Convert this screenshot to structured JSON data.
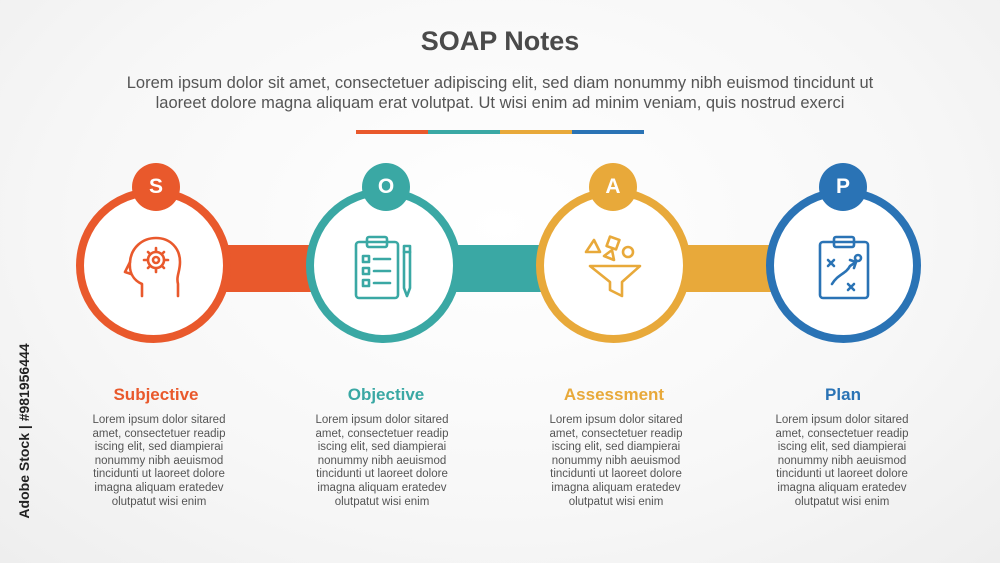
{
  "header": {
    "title": "SOAP Notes",
    "subtitle_line1": "Lorem ipsum dolor sit amet, consectetuer adipiscing elit, sed diam nonummy nibh euismod tincidunt ut",
    "subtitle_line2": "laoreet dolore magna aliquam erat volutpat. Ut wisi enim ad minim veniam, quis nostrud exerci"
  },
  "colors": {
    "s": "#e9592c",
    "o": "#3aa8a4",
    "a": "#e8a93a",
    "p": "#2a73b5"
  },
  "steps": [
    {
      "letter": "S",
      "title": "Subjective",
      "icon": "head-gear-icon",
      "body": [
        "Lorem ipsum dolor sitared",
        "amet, consectetuer readip",
        "iscing elit, sed diampierai",
        "nonummy nibh  aeuismod",
        "tincidunti ut laoreet dolore",
        "imagna aliquam eratedev",
        "olutpatut wisi enim"
      ]
    },
    {
      "letter": "O",
      "title": "Objective",
      "icon": "clipboard-checklist-icon",
      "body": [
        "Lorem ipsum dolor sitared",
        "amet, consectetuer readip",
        "iscing elit, sed diampierai",
        "nonummy nibh  aeuismod",
        "tincidunti ut laoreet dolore",
        "imagna aliquam eratedev",
        "olutpatut wisi enim"
      ]
    },
    {
      "letter": "A",
      "title": "Assessment",
      "icon": "funnel-shapes-icon",
      "body": [
        "Lorem ipsum dolor sitared",
        "amet, consectetuer readip",
        "iscing elit, sed diampierai",
        "nonummy nibh  aeuismod",
        "tincidunti ut laoreet dolore",
        "imagna aliquam eratedev",
        "olutpatut wisi enim"
      ]
    },
    {
      "letter": "P",
      "title": "Plan",
      "icon": "strategy-board-icon",
      "body": [
        "Lorem ipsum dolor sitared",
        "amet, consectetuer readip",
        "iscing elit, sed diampierai",
        "nonummy nibh  aeuismod",
        "tincidunti ut laoreet dolore",
        "imagna aliquam eratedev",
        "olutpatut wisi enim"
      ]
    }
  ],
  "credit": "Adobe Stock | #981956444"
}
